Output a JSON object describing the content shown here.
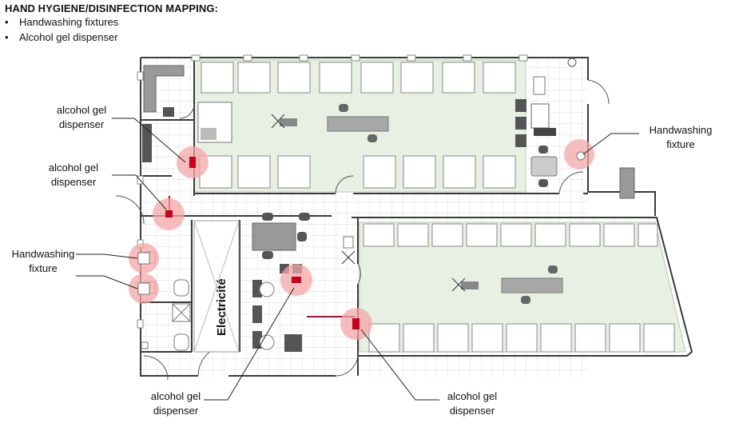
{
  "title": "HAND HYGIENE/DISINFECTION MAPPING:",
  "legend": [
    {
      "label": "Handwashing fixtures"
    },
    {
      "label": "Alcohol gel dispenser"
    }
  ],
  "room_label": "Electricité",
  "callouts": {
    "gel_top_left": "alcohol gel\ndispenser",
    "gel_mid_left": "alcohol gel\ndispenser",
    "handwash_left": "Handwashing\nfixture",
    "handwash_right": "Handwashing\nfixture",
    "gel_bottom_center": "alcohol gel\ndispenser",
    "gel_bottom_right": "alcohol gel\ndispenser"
  },
  "colors": {
    "wall": "#3a3a3a",
    "grid": "#d8dce0",
    "zone_fill": "#e8efe3",
    "furniture": "#9a9a9a",
    "marker": "#f4a6a6",
    "dispenser": "#c8001e"
  }
}
